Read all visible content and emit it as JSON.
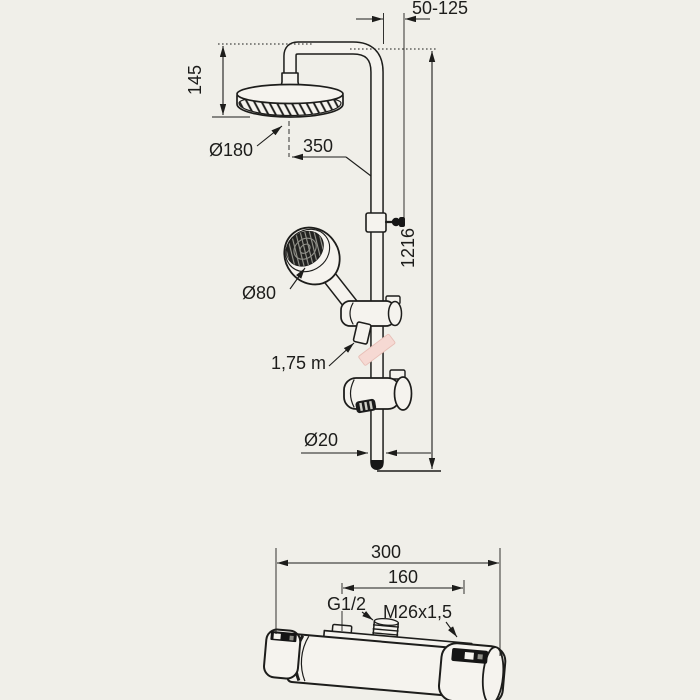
{
  "drawing": {
    "title": "shower-system-dimension-drawing",
    "colors": {
      "background": "#f0efe9",
      "line": "#1d1d1b",
      "dimension_line": "#2a2a28",
      "part_fill": "#f5f3ee",
      "break_mark_pink": "#f6d9d3",
      "dark_detail": "#161616"
    },
    "top_view": {
      "component": "shower column with overhead shower, hand shower and riser pipe",
      "dims": {
        "wall_distance": "50-125",
        "head_drop_height": "145",
        "head_diameter": "Ø180",
        "arm_reach": "350",
        "column_height": "1216",
        "hand_shower_diameter": "Ø80",
        "hose_length": "1,75 m",
        "pipe_diameter": "Ø20"
      }
    },
    "bottom_view": {
      "component": "thermostatic mixer valve",
      "dims": {
        "mixer_width": "300",
        "connection_span": "160",
        "inlet_thread": "G1/2",
        "outlet_thread": "M26x1,5"
      }
    }
  }
}
